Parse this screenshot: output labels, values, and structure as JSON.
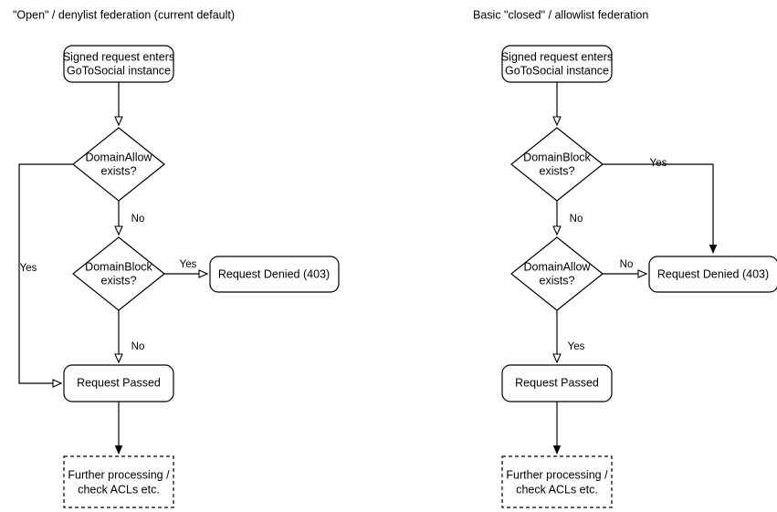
{
  "diagram": {
    "kind": "flowchart",
    "background_color": "#ffffff",
    "stroke_color": "#000000",
    "text_color": "#000000",
    "panels": [
      {
        "id": "open-denylist",
        "title": "\"Open\" / denylist federation (current default)",
        "nodes": {
          "start": "Signed request enters\nGoToSocial instance",
          "start_line1": "Signed request enters",
          "start_line2": "GoToSocial instance",
          "decision_first_line1": "DomainAllow",
          "decision_first_line2": "exists?",
          "decision_second_line1": "DomainBlock",
          "decision_second_line2": "exists?",
          "denied": "Request Denied (403)",
          "passed": "Request Passed",
          "further_line1": "Further processing /",
          "further_line2": "check ACLs etc."
        },
        "edge_labels": {
          "allow_yes": "Yes",
          "allow_no": "No",
          "block_yes": "Yes",
          "block_no": "No"
        }
      },
      {
        "id": "closed-allowlist",
        "title": "Basic \"closed\" / allowlist federation",
        "nodes": {
          "start": "Signed request enters\nGoToSocial instance",
          "start_line1": "Signed request enters",
          "start_line2": "GoToSocial instance",
          "decision_first_line1": "DomainBlock",
          "decision_first_line2": "exists?",
          "decision_second_line1": "DomainAllow",
          "decision_second_line2": "exists?",
          "denied": "Request Denied (403)",
          "passed": "Request Passed",
          "further_line1": "Further processing /",
          "further_line2": "check ACLs etc."
        },
        "edge_labels": {
          "block_yes": "Yes",
          "block_no": "No",
          "allow_no": "No",
          "allow_yes": "Yes"
        }
      }
    ]
  }
}
